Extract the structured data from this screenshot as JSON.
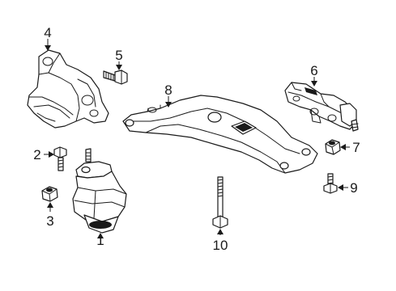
{
  "callouts": {
    "c1": "1",
    "c2": "2",
    "c3": "3",
    "c4": "4",
    "c5": "5",
    "c6": "6",
    "c7": "7",
    "c8": "8",
    "c9": "9",
    "c10": "10"
  },
  "parts": [
    {
      "callout": "1",
      "icon": "engine-mount-icon"
    },
    {
      "callout": "2",
      "icon": "bolt-icon"
    },
    {
      "callout": "3",
      "icon": "hex-nut-icon"
    },
    {
      "callout": "4",
      "icon": "engine-mount-bracket-icon"
    },
    {
      "callout": "5",
      "icon": "flange-bolt-icon"
    },
    {
      "callout": "6",
      "icon": "transmission-mount-icon"
    },
    {
      "callout": "7",
      "icon": "hex-nut-icon"
    },
    {
      "callout": "8",
      "icon": "crossmember-icon"
    },
    {
      "callout": "9",
      "icon": "bolt-icon"
    },
    {
      "callout": "10",
      "icon": "long-bolt-icon"
    }
  ]
}
